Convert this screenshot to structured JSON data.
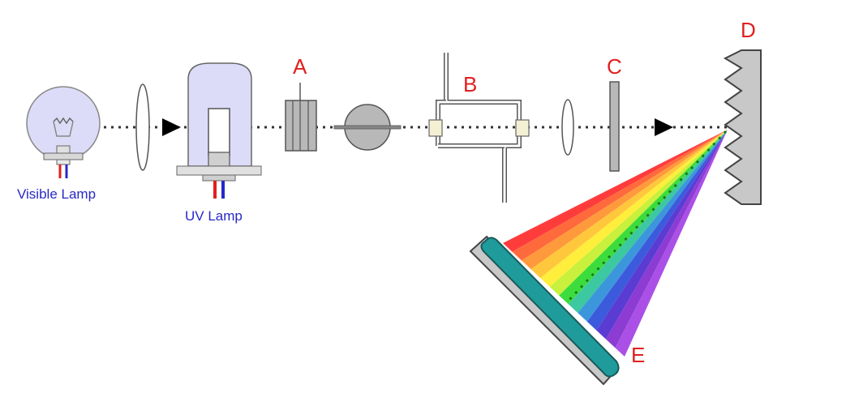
{
  "labels": {
    "visible_lamp": "Visible Lamp",
    "uv_lamp": "UV Lamp",
    "filter": "A",
    "sample_cell": "B",
    "slit": "C",
    "grating": "D",
    "detector": "E"
  },
  "colors": {
    "label_red": "#e02020",
    "label_blue": "#2828c8",
    "bulb_fill": "#dcdcf8",
    "component_gray": "#b8b8b8",
    "detector_teal": "#1f9b9b",
    "beam": "#333333"
  },
  "spectrum_colors": [
    "#ff3c3c",
    "#ff6a3c",
    "#ff9a3c",
    "#ffc83c",
    "#ffee3c",
    "#c8f03c",
    "#3cdc3c",
    "#3cc8a0",
    "#3c96dc",
    "#3c5adc",
    "#5a3cd2",
    "#8c3cd2",
    "#aa50e6"
  ]
}
